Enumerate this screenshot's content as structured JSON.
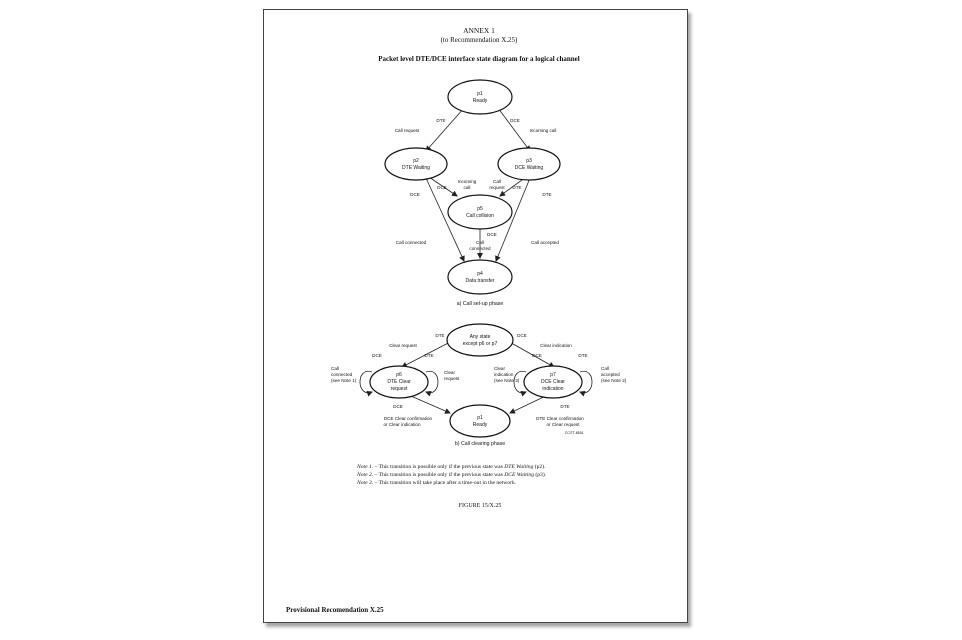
{
  "annex": {
    "line1": "ANNEX  1",
    "line2": "(to Recommendation X.25)",
    "title": "Packet level DTE/DCE interface state diagram for a logical channel"
  },
  "setup": {
    "p1": {
      "id": "p1",
      "name": "Ready"
    },
    "p2": {
      "id": "p2",
      "name": "DTE Waiting"
    },
    "p3": {
      "id": "p3",
      "name": "DCE Waiting"
    },
    "p5": {
      "id": "p5",
      "name": "Call collision"
    },
    "p4": {
      "id": "p4",
      "name": "Data transfer"
    },
    "labels": {
      "dte_left": "DTE",
      "call_request_left": "Call request",
      "dce_right": "DCE",
      "incoming_call_right": "Incoming call",
      "dce_p2_p4": "DCE",
      "dce_p2_p5": "DCE",
      "incoming_call_1": "Incoming",
      "incoming_call_2": "call",
      "call_request_1": "Call",
      "call_request_2": "request",
      "dte_p3_p5": "DTE",
      "dte_p3_p4": "DTE",
      "call_connected_left": "Call connected",
      "dce_p5_p4": "DCE",
      "call_connected_mid_1": "Call",
      "call_connected_mid_2": "connected",
      "call_accepted": "Call accepted"
    },
    "caption": "a) Call set-up phase"
  },
  "clearing": {
    "any": {
      "line1": "Any state",
      "line2": "except p6 or p7"
    },
    "p6": {
      "id": "p6",
      "line1": "DTE Clear",
      "line2": "request"
    },
    "p7": {
      "id": "p7",
      "line1": "DCE Clear",
      "line2": "indication"
    },
    "p1": {
      "id": "p1",
      "name": "Ready"
    },
    "labels": {
      "dte_top": "DTE",
      "clear_request_top": "Clear request",
      "dce_top": "DCE",
      "clear_indication_top": "Clear indication",
      "dce_p6_loop": "DCE",
      "dte_p6_loop": "DTE",
      "call_connected_1": "Call",
      "call_connected_2": "connected",
      "call_connected_3": "(see Note 1)",
      "clear_request_loop_1": "Clear",
      "clear_request_loop_2": "request",
      "clear_indication_loop_1": "Clear",
      "clear_indication_loop_2": "indication",
      "clear_indication_loop_3": "(see Note 3)",
      "dce_p7_loop": "DCE",
      "dte_p7_loop": "DTE",
      "call_accepted_1": "Call",
      "call_accepted_2": "accepted",
      "call_accepted_3": "(see Note 2)",
      "dce_bottom": "DCE",
      "dce_clear_conf_1": "DCE Clear confirmation",
      "dce_clear_conf_2": "or Clear indication",
      "dte_bottom": "DTE",
      "dte_clear_conf_1": "DTE Clear confirmation",
      "dte_clear_conf_2": "or Clear request",
      "code": "CCITT-8818"
    },
    "caption": "b) Call clearing phase"
  },
  "notes": {
    "n1_label": "Note 1.",
    "n1_text": " – This transition is possible only if the previous state was ",
    "n1_em": "DTE Waiting",
    "n1_end": " (p2).",
    "n2_label": "Note 2.",
    "n2_text": " – This transition is possible only if the previous state was ",
    "n2_em": "DCE Waiting",
    "n2_end": " (p3).",
    "n3_label": "Note 3.",
    "n3_text": " – This transition will take place after a time-out in the network."
  },
  "figure_label": "FIGURE 15/X.25",
  "footer": "Provisional  Recomendation  X.25"
}
